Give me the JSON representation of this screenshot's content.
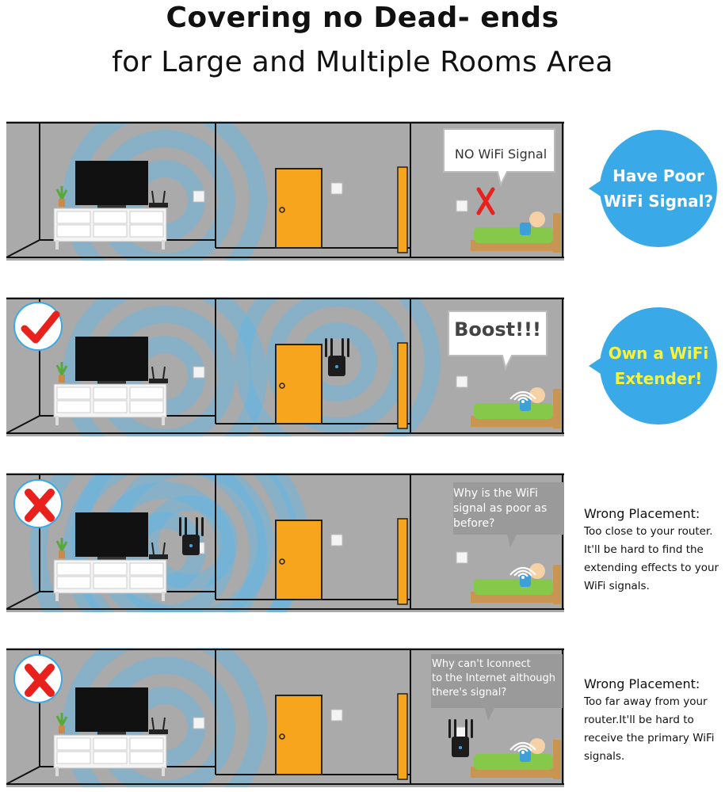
{
  "heading": {
    "line1": "Covering no Dead- ends",
    "line2": "for Large and Multiple Rooms Area"
  },
  "colors": {
    "wall": "#aaaaaa",
    "signal": "#5fb8e8",
    "door": "#f7a51c",
    "accent_blue": "#3aa9e8",
    "check_red": "#e8211d",
    "x_red": "#e8211d",
    "blanket": "#86c94a"
  },
  "scenes": [
    {
      "id": "poor-signal",
      "speech": [
        "NO WiFi Signal"
      ],
      "badge": "none",
      "circle": {
        "line1": "Have Poor",
        "line2": "WiFi Signal?"
      }
    },
    {
      "id": "with-extender",
      "speech": [
        "Boost!!!"
      ],
      "badge": "check-icon",
      "circle": {
        "line1": "Own a WiFi",
        "line2": "Extender!"
      }
    },
    {
      "id": "too-close",
      "speech": [
        "Why is the WiFi",
        "signal as poor as",
        "before?"
      ],
      "badge": "x-icon",
      "note": {
        "title": "Wrong Placement:",
        "lines": [
          "Too close to your router.",
          "It'll be hard to find the",
          "extending effects to your",
          "WiFi signals."
        ]
      }
    },
    {
      "id": "too-far",
      "speech": [
        "Why can't Iconnect",
        "to the Internet although",
        "there's signal?"
      ],
      "badge": "x-icon",
      "note": {
        "title": "Wrong Placement:",
        "lines": [
          "Too far away from your",
          "router.It'll be hard to",
          "receive the primary WiFi",
          "signals."
        ]
      }
    }
  ]
}
